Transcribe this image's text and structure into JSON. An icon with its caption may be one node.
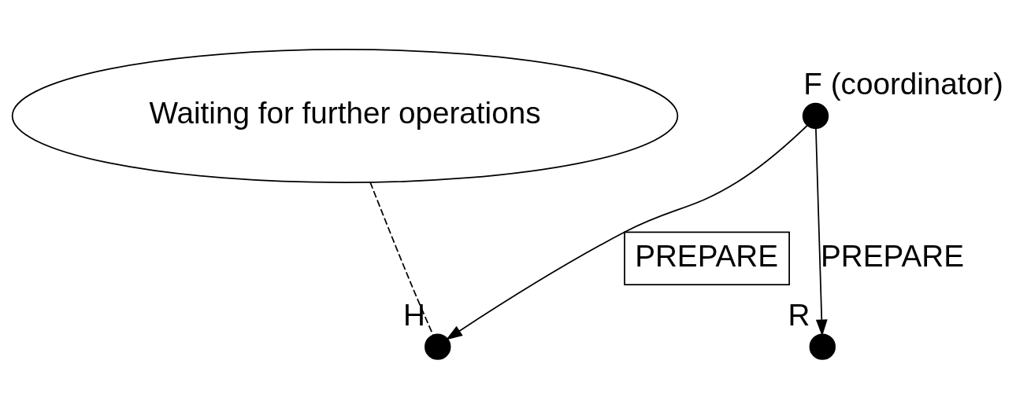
{
  "diagram": {
    "nodes": [
      {
        "text": [
          "Waiting for further operations"
        ]
      },
      {
        "text": [],
        "shape": "circle",
        "beside": [
          "F (coordinator)"
        ]
      },
      {
        "text": [],
        "shape": "circle",
        "beside": [
          "H"
        ]
      },
      {
        "text": [],
        "shape": "circle",
        "beside": [
          "R"
        ]
      }
    ],
    "edges": [
      {
        "from": 1,
        "to": 2,
        "arrow": "to",
        "label": "PREPARE"
      },
      {
        "from": 1,
        "to": 3,
        "arrow": "to",
        "label": "PREPARE"
      },
      {
        "from": 0,
        "to": 2,
        "arrow": "none",
        "style": "dashed"
      }
    ]
  }
}
